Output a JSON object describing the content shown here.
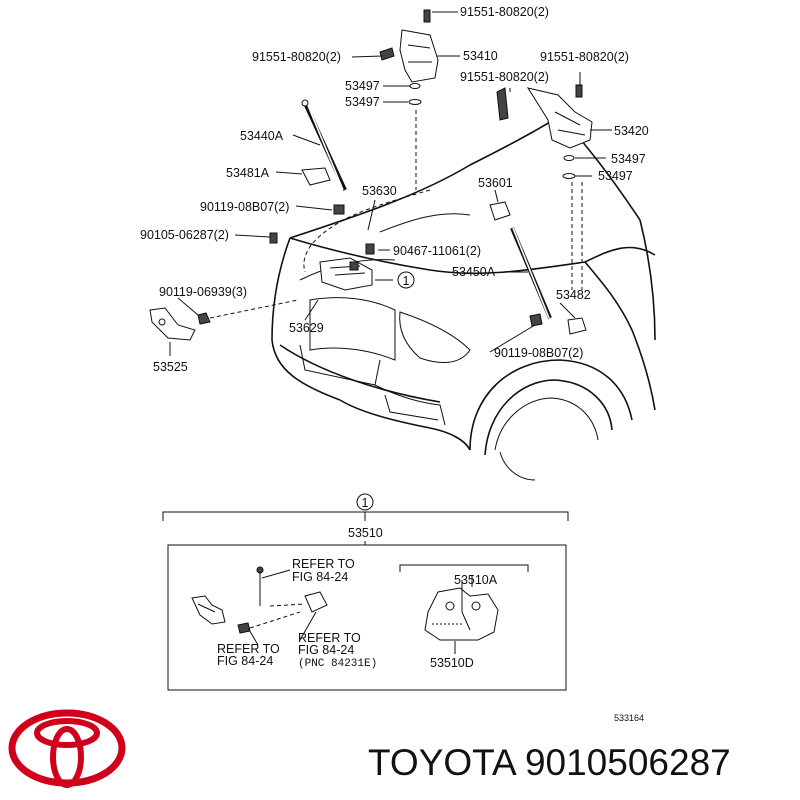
{
  "callouts": {
    "p91551_top": "91551-80820(2)",
    "p91551_left": "91551-80820(2)",
    "p53410": "53410",
    "p91551_right": "91551-80820(2)",
    "p91551_mid": "91551-80820(2)",
    "p53497_a": "53497",
    "p53497_b": "53497",
    "p53440A": "53440A",
    "p53420": "53420",
    "p53497_c": "53497",
    "p53497_d": "53497",
    "p53481A": "53481A",
    "p53630": "53630",
    "p53601": "53601",
    "p90119_08B07_left": "90119-08B07(2)",
    "p90105": "90105-06287(2)",
    "p90467": "90467-11061(2)",
    "p53450A": "53450A",
    "p90119_06939": "90119-06939(3)",
    "p53482": "53482",
    "p53629": "53629",
    "p90119_08B07_right": "90119-08B07(2)",
    "p53525": "53525"
  },
  "circle_ref": "1",
  "inset": {
    "circle_ref": "1",
    "assembly": "53510",
    "refer_to": "REFER TO",
    "fig_top": "FIG 84-24",
    "fig_left": "FIG 84-24",
    "fig_right": "FIG 84-24",
    "pnc": "(PNC 84231E)",
    "sub_a": "53510A",
    "sub_d": "53510D"
  },
  "illustration_no": "533164",
  "brand_caption": "TOYOTA 9010506287",
  "logo_color": "#d0021b"
}
